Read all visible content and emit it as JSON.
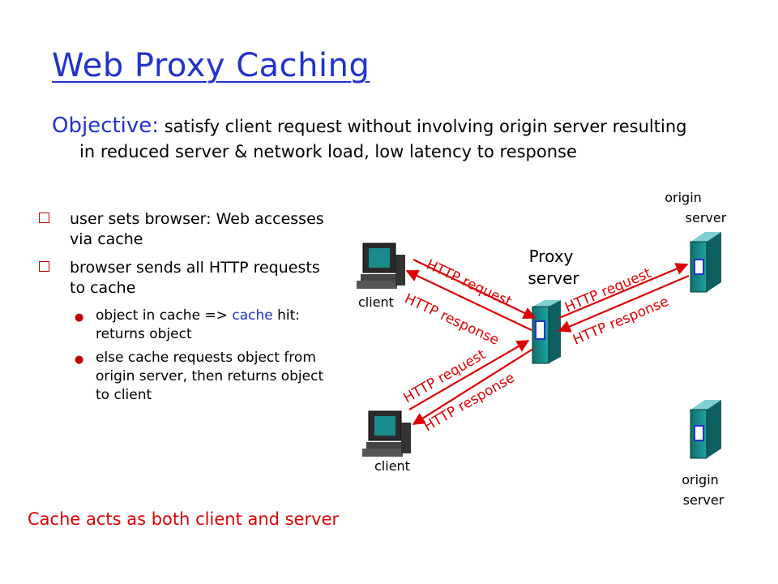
{
  "title": "Web Proxy Caching",
  "objective": {
    "lead": "Objective:",
    "text": " satisfy client request without involving origin server resulting in reduced server & network load, low latency to response"
  },
  "bullets": [
    {
      "text": "user sets browser: Web accesses via  cache"
    },
    {
      "text": "browser sends all HTTP requests to  cache"
    }
  ],
  "subbullets": [
    {
      "pre": "object in cache => ",
      "hl": "cache",
      "post": " hit: returns object"
    },
    {
      "pre": "else cache requests object from origin server, then returns object to client",
      "hl": "",
      "post": ""
    }
  ],
  "footer": "Cache acts as both client and server",
  "diagram": {
    "proxy_label": [
      "Proxy",
      "server"
    ],
    "client_label": "client",
    "origin_label": [
      "origin",
      "server"
    ],
    "http_request": "HTTP request",
    "http_response": "HTTP response"
  },
  "colors": {
    "title": "#2233cc",
    "arrow": "#dd0000",
    "server": "#1a8a8a"
  }
}
